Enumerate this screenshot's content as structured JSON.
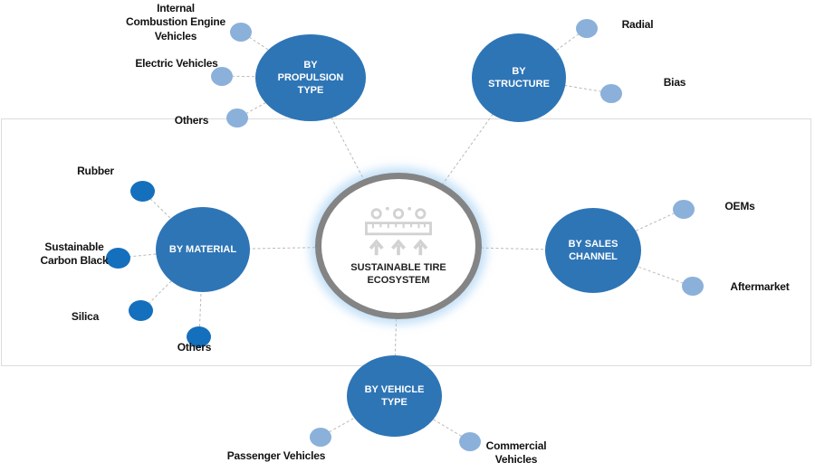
{
  "diagram": {
    "center": {
      "title": "SUSTAINABLE TIRE ECOSYSTEM",
      "icon": "particles-filter-up-arrows-icon"
    },
    "categories": [
      {
        "label": "BY PROPULSION TYPE",
        "items": [
          "Internal Combustion Engine Vehicles",
          "Electric Vehicles",
          "Others"
        ]
      },
      {
        "label": "BY STRUCTURE",
        "items": [
          "Radial",
          "Bias"
        ]
      },
      {
        "label": "BY MATERIAL",
        "items": [
          "Rubber",
          "Sustainable Carbon Black",
          "Silica",
          "Others"
        ]
      },
      {
        "label": "BY SALES CHANNEL",
        "items": [
          "OEMs",
          "Aftermarket"
        ]
      },
      {
        "label": "BY VEHICLE TYPE",
        "items": [
          "Passenger Vehicles",
          "Commercial Vehicles"
        ]
      }
    ],
    "colors": {
      "category_circle": "#2e75b6",
      "light_node_dot": "#8bb0da",
      "dark_node_dot": "#1470bd",
      "center_ring": "#848484",
      "center_glow": "#bfe0f7",
      "connector_line": "#b9b9b9",
      "frame_border": "#dcdcdc",
      "label_text": "#121212"
    }
  }
}
